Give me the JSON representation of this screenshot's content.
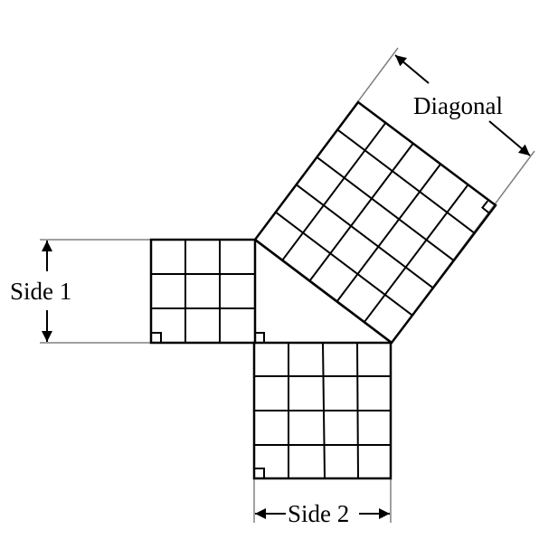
{
  "labels": {
    "side1": "Side 1",
    "side2": "Side 2",
    "diagonal": "Diagonal"
  },
  "grids": {
    "side1_cells": 3,
    "side2_cells": 4,
    "diagonal_cells": 5
  },
  "colors": {
    "line": "#000000",
    "dimension_line": "#808080",
    "background": "#ffffff"
  }
}
